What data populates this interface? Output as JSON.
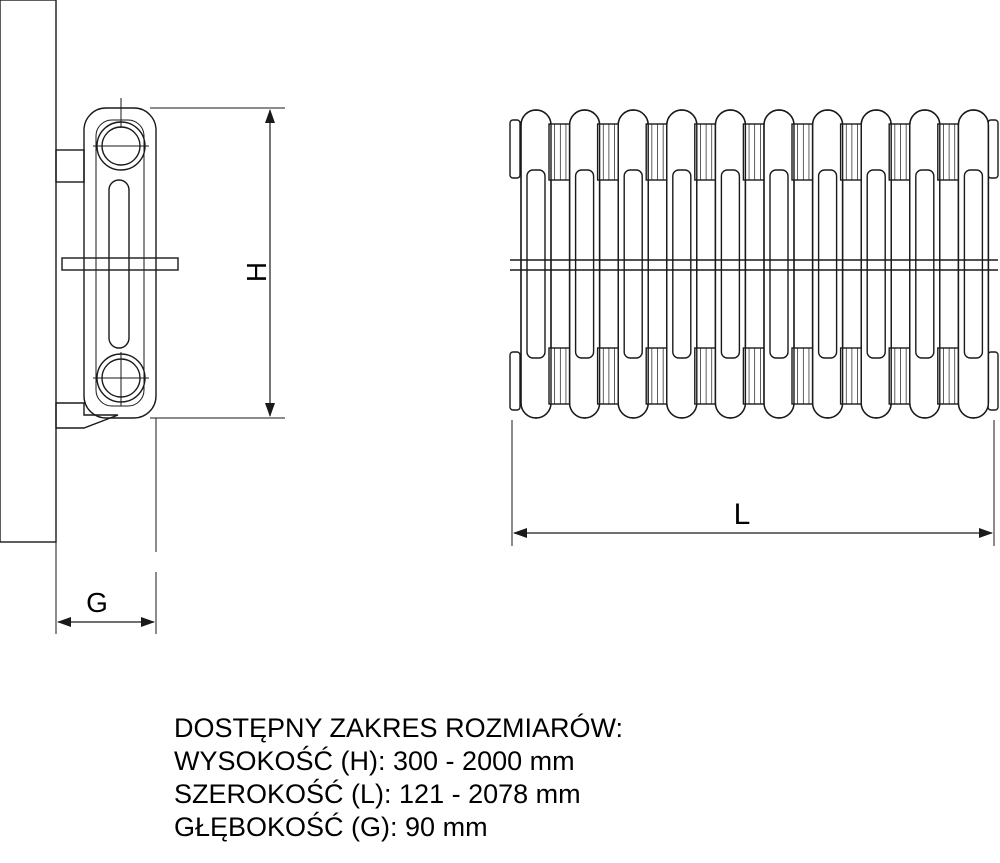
{
  "diagram": {
    "labels": {
      "height": "H",
      "depth": "G",
      "length": "L"
    },
    "section_count": 10,
    "line_color": "#1a1a1a"
  },
  "specs": {
    "title": "DOSTĘPNY ZAKRES ROZMIARÓW:",
    "height_line": "WYSOKOŚĆ (H): 300 - 2000 mm",
    "length_line": "SZEROKOŚĆ (L): 121 - 2078 mm",
    "depth_line": "GŁĘBOKOŚĆ (G): 90 mm"
  }
}
